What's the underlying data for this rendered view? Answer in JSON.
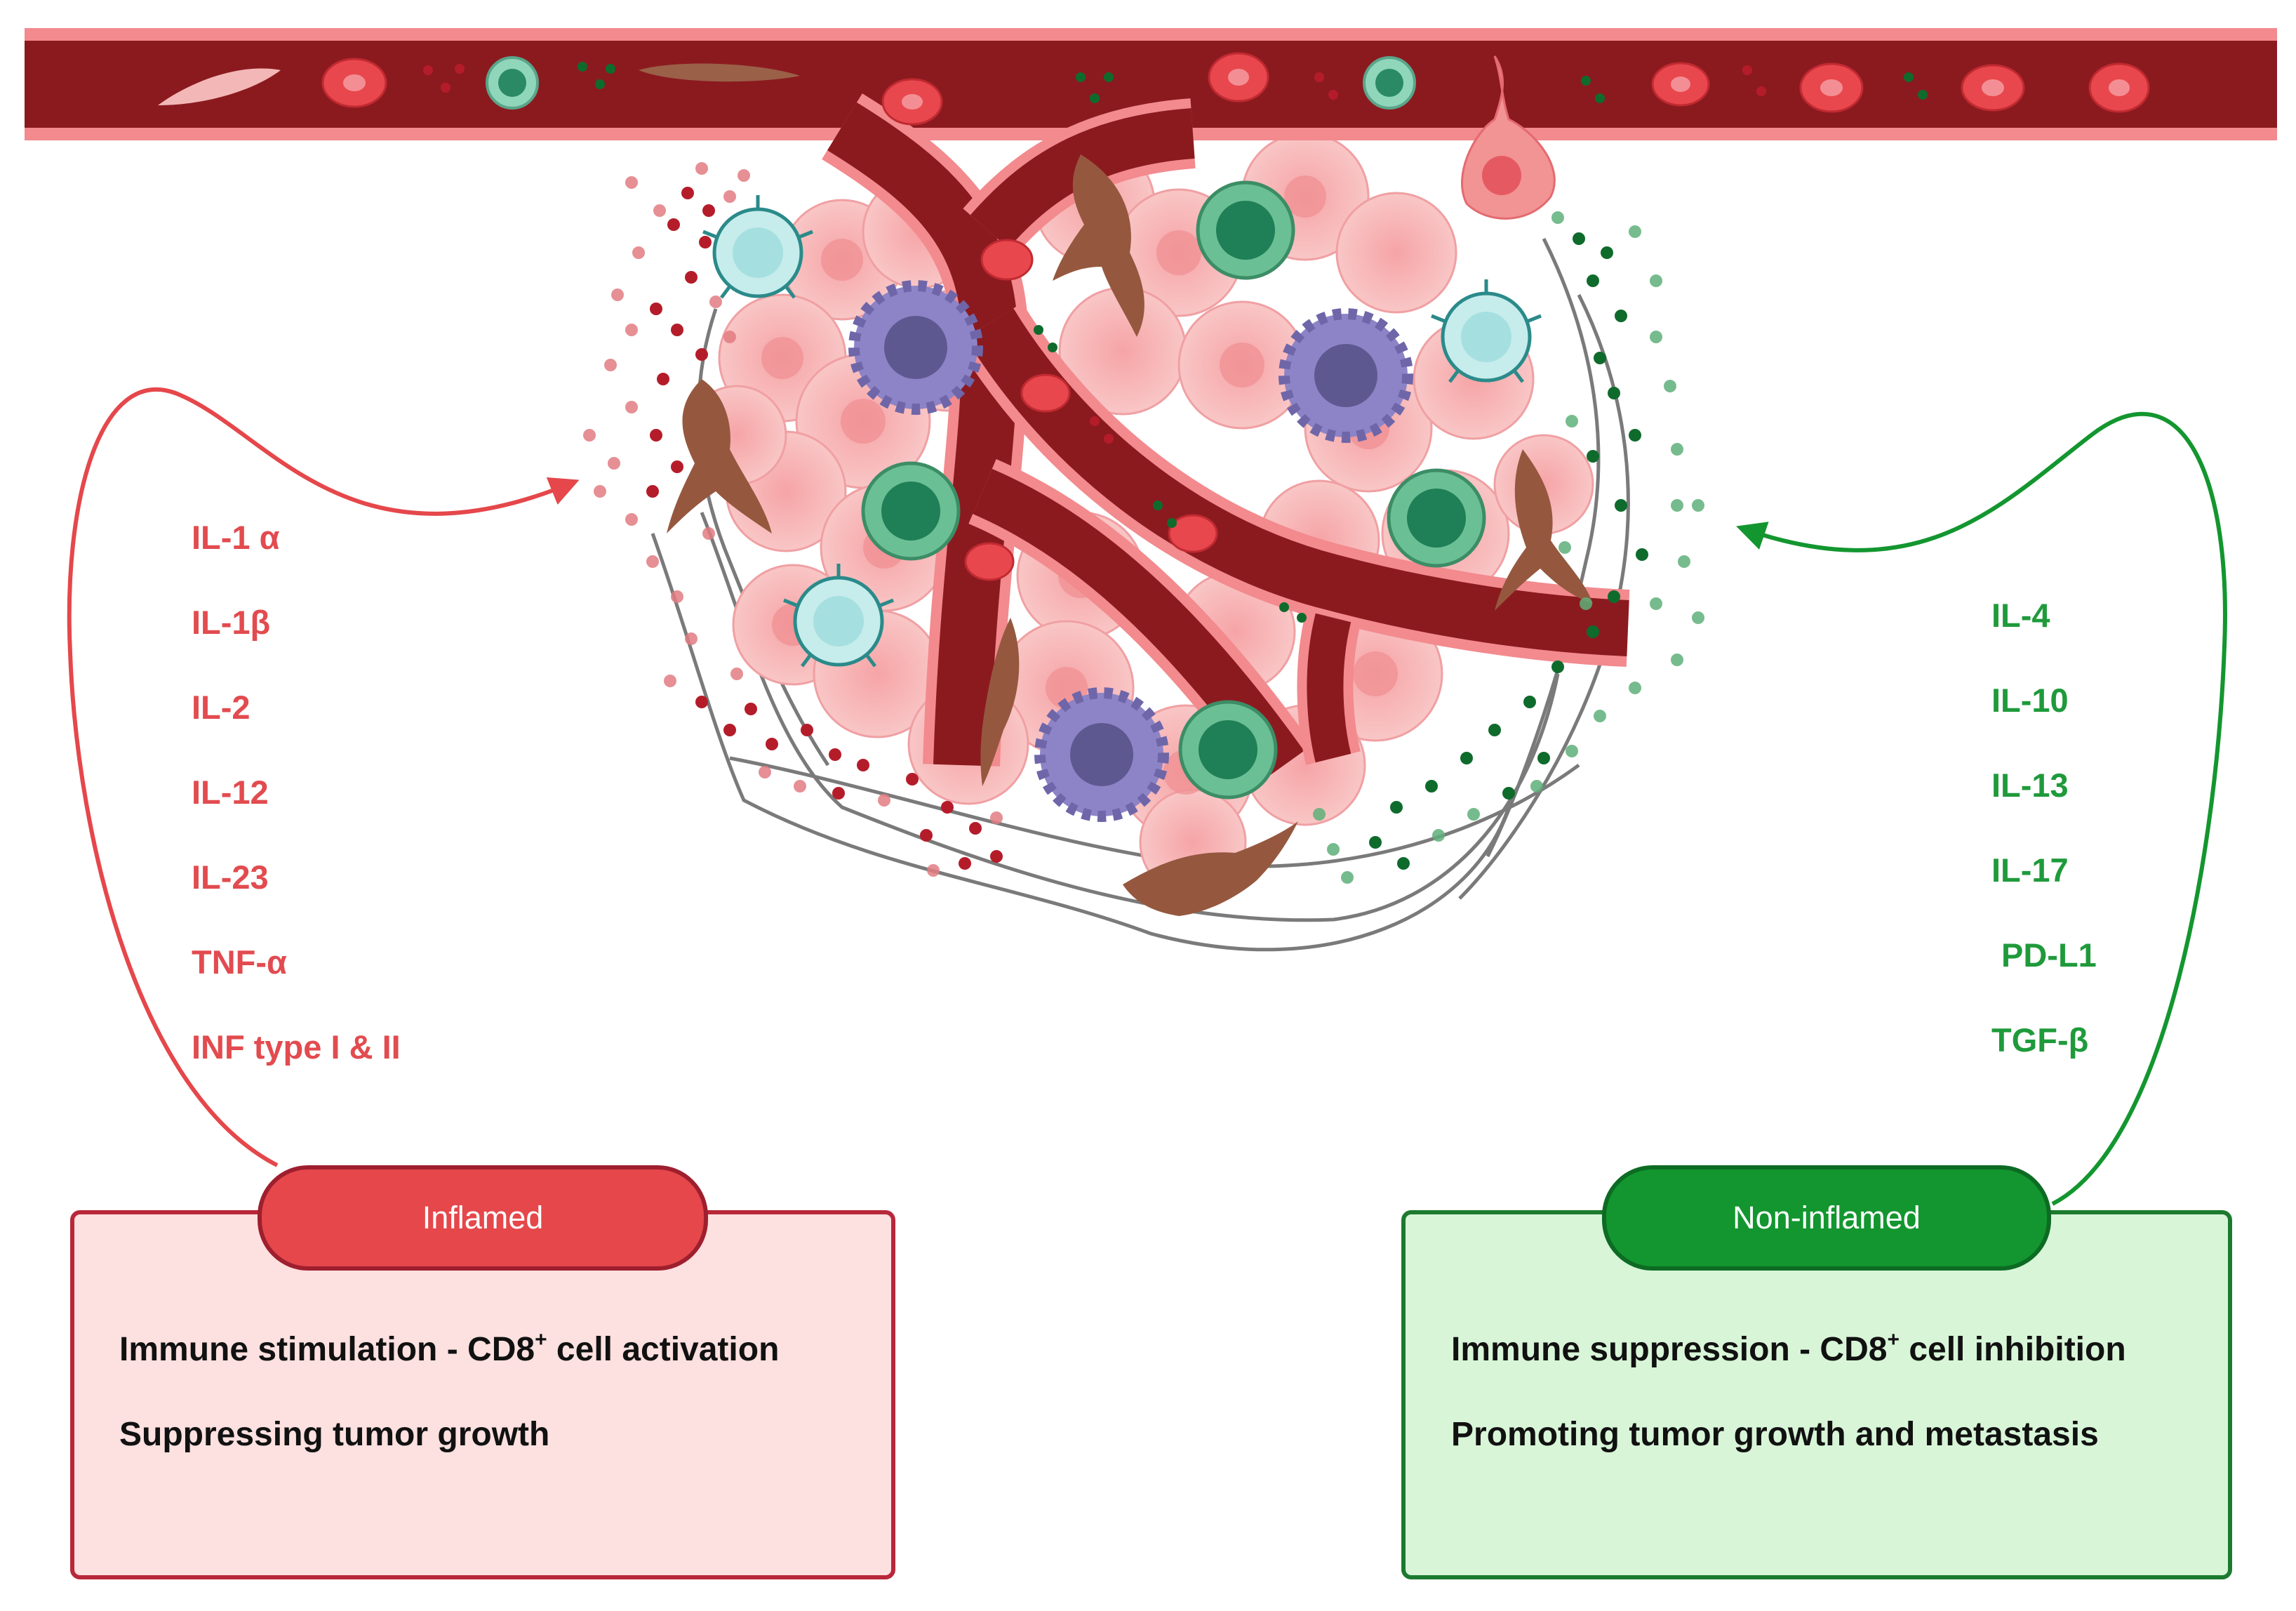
{
  "proinflammatory_cytokines": [
    "IL-1 α",
    "IL-1β",
    "IL-2",
    "IL-12",
    "IL-23",
    "TNF-α",
    "INF type I & II"
  ],
  "antiinflammatory_cytokines": [
    "IL-4",
    "IL-10",
    "IL-13",
    "IL-17",
    "PD-L1",
    "TGF-β"
  ],
  "inflamed": {
    "label": "Inflamed",
    "line1_prefix": "Immune stimulation - CD8",
    "line1_sup": "+",
    "line1_suffix": " cell activation",
    "line2": "Suppressing tumor growth"
  },
  "non_inflamed": {
    "label": "Non-inflamed",
    "line1_prefix": "Immune suppression - CD8",
    "line1_sup": "+",
    "line1_suffix": " cell inhibition",
    "line2": "Promoting tumor growth and metastasis"
  },
  "colors": {
    "vessel": "#8b1a1f",
    "vessel_wall": "#f08a8f",
    "inflamed_accent": "#e5474b",
    "noninflamed_accent": "#13962f",
    "tumor_cell": "#f6b3b3",
    "dendritic_cell": "#7d76b8",
    "t_cell": "#3a9a77",
    "fibroblast": "#8a5540"
  },
  "icons": [
    "blood-vessel",
    "red-blood-cell",
    "tumor-cell",
    "dendritic-cell",
    "t-cell",
    "activated-t-cell",
    "fibroblast",
    "cytokine-dot",
    "collagen-fiber",
    "curved-arrow"
  ]
}
